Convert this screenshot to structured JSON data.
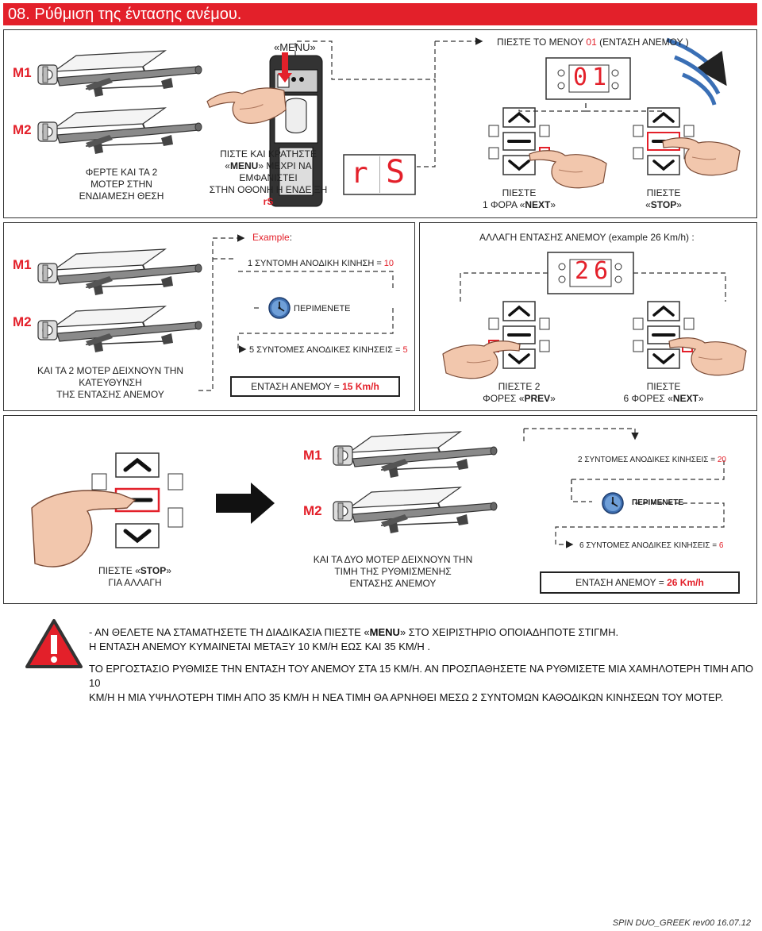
{
  "header": {
    "title": "08. Ρύθμιση της έντασης ανέμου."
  },
  "panel1": {
    "m1": "M1",
    "m2": "M2",
    "bring_caption": "ΦΕΡΤΕ ΚΑΙ ΤΑ 2\nΜΟΤΕΡ ΣΤΗΝ\nΕΝΔΙΑΜΕΣΗ ΘΕΣΗ",
    "menu_label": "«MENU»",
    "press_hold_l1": "ΠΙΣΤΕ ΚΑΙ ΚΡΑΤΗΣΤΕ",
    "press_hold_l2_a": "«",
    "press_hold_l2_menu": "MENU",
    "press_hold_l2_b": "» ΜΕΧΡΙ ΝΑ",
    "press_hold_l3": "ΕΜΦΑΝΙΣΤΕΙ",
    "press_hold_l4": "ΣΤΗΝ ΟΘΟΝΗ Η ΕΝΔΕΙΞΗ",
    "press_hold_l5": "rS",
    "display_rs": [
      "r",
      "S"
    ],
    "menu01_a": "ΠΙΕΣΤΕ ΤΟ ΜΕΝΟΥ ",
    "menu01_b": "01",
    "menu01_c": " (ΕΝΤΑΣΗ ΑΝΕΜΟΥ )",
    "display_01": [
      "0",
      "1"
    ],
    "press_next_l1": "ΠΙΕΣΤΕ",
    "press_next_l2_a": "1 ΦΟΡΑ «",
    "press_next_l2_b": "NEXT",
    "press_next_l2_c": "»",
    "press_stop_l1": "ΠΙΕΣΤΕ",
    "press_stop_l2_a": "«",
    "press_stop_l2_b": "STOP",
    "press_stop_l2_c": "»"
  },
  "panel2": {
    "m1": "M1",
    "m2": "M2",
    "caption": "ΚΑΙ ΤΑ 2 ΜΟΤΕΡ ΔΕΙΧΝΟΥΝ ΤΗΝ\nΚΑΤΕΥΘΥΝΣΗ\nΤΗΣ ΕΝΤΑΣΗΣ ΑΝΕΜΟΥ",
    "example": "Example",
    "example_colon": ":",
    "step1_a": "1 ΣΥΝΤΟΜΗ ΑΝΟΔΙΚΗ ΚΙΝΗΣΗ = ",
    "step1_b": "10",
    "wait": "ΠΕΡΙΜΕΝΕΤΕ",
    "step2_a": "5 ΣΥΝΤΟΜΕΣ ΑΝΟΔΙΚΕΣ ΚΙΝΗΣΕΙΣ = ",
    "step2_b": "5",
    "result_a": "ΕΝΤΑΣΗ ΑΝΕΜΟΥ = ",
    "result_b": "15 Km/h"
  },
  "panel3": {
    "title": "ΑΛΛΑΓΗ ΕΝΤΑΣΗΣ ΑΝΕΜΟΥ (example 26 Km/h) :",
    "display_26": [
      "2",
      "6"
    ],
    "prev_l1": "ΠΙΕΣΤΕ 2",
    "prev_l2_a": "ΦΟΡΕΣ «",
    "prev_l2_b": "PREV",
    "prev_l2_c": "»",
    "next_l1": "ΠΙΕΣΤΕ",
    "next_l2_a": "6 ΦΟΡΕΣ «",
    "next_l2_b": "NEXT",
    "next_l2_c": "»"
  },
  "panel4": {
    "stop_l1_a": "ΠΙΕΣΤΕ «",
    "stop_l1_b": "STOP",
    "stop_l1_c": "»",
    "stop_l2": "ΓΙΑ ΑΛΛΑΓΗ",
    "m1": "M1",
    "m2": "M2",
    "motors_caption": "ΚΑΙ ΤΑ ΔΥΟ ΜΟΤΕΡ ΔΕΙΧΝΟΥΝ ΤΗΝ\nΤΙΜΗ ΤΗΣ ΡΥΘΜΙΣΜΕΝΗΣ\nΕΝΤΑΣΗΣ ΑΝΕΜΟΥ",
    "step1_a": "2 ΣΥΝΤΟΜΕΣ ΑΝΟΔΙΚΕΣ ΚΙΝΗΣΕΙΣ = ",
    "step1_b": "20",
    "wait": "ΠΕΡΙΜΕΝΕΤΕ",
    "step2_a": "6 ΣΥΝΤΟΜΕΣ ΑΝΟΔΙΚΕΣ ΚΙΝΗΣΕΙΣ = ",
    "step2_b": "6",
    "result_a": "ΕΝΤΑΣΗ ΑΝΕΜΟΥ = ",
    "result_b": "26 Km/h"
  },
  "warning": {
    "line1_a": "- ΑΝ ΘΕΛΕΤΕ ΝΑ ΣΤΑΜΑΤΗΣΕΤΕ ΤΗ ΔΙΑΔΙΚΑΣΙΑ ΠΙΕΣΤΕ «",
    "line1_b": "MENU",
    "line1_c": "» ΣΤΟ ΧΕΙΡΙΣΤΗΡΙΟ ΟΠΟΙΑΔΗΠΟΤΕ ΣΤΙΓΜΗ.",
    "line2": "Η ΕΝΤΑΣΗ ΑΝΕΜΟΥ ΚΥΜΑΙΝΕΤΑΙ ΜΕΤΑΞΥ 10 ΚΜ/Η ΕΩΣ ΚΑΙ 35 ΚΜ/Η .",
    "line3": "ΤΟ ΕΡΓΟΣΤΑΣΙΟ ΡΥΘΜΙΣΕ ΤΗΝ ΕΝΤΑΣΗ ΤΟΥ ΑΝΕΜΟΥ ΣΤΑ 15 ΚΜ/Η. ΑΝ ΠΡΟΣΠΑΘΗΣΕΤΕ ΝΑ ΡΥΘΜΙΣΕΤΕ ΜΙΑ ΧΑΜΗΛΟΤΕΡΗ ΤΙΜΗ ΑΠΟ 10",
    "line4": "ΚΜ/Η Η ΜΙΑ ΥΨΗΛΟΤΕΡΗ ΤΙΜΗ ΑΠΟ 35 ΚΜ/Η Η ΝΕΑ ΤΙΜΗ ΘΑ ΑΡΝΗΘΕΙ ΜΕΣΩ 2 ΣΥΝΤΟΜΩΝ ΚΑΘΟΔΙΚΩΝ ΚΙΝΗΣΕΩΝ ΤΟΥ ΜΟΤΕΡ."
  },
  "footer": "SPIN DUO_GREEK rev00 16.07.12",
  "colors": {
    "accent": "#e3202a",
    "wind": "#3a6fb5",
    "clock": "#3f6fb0"
  }
}
